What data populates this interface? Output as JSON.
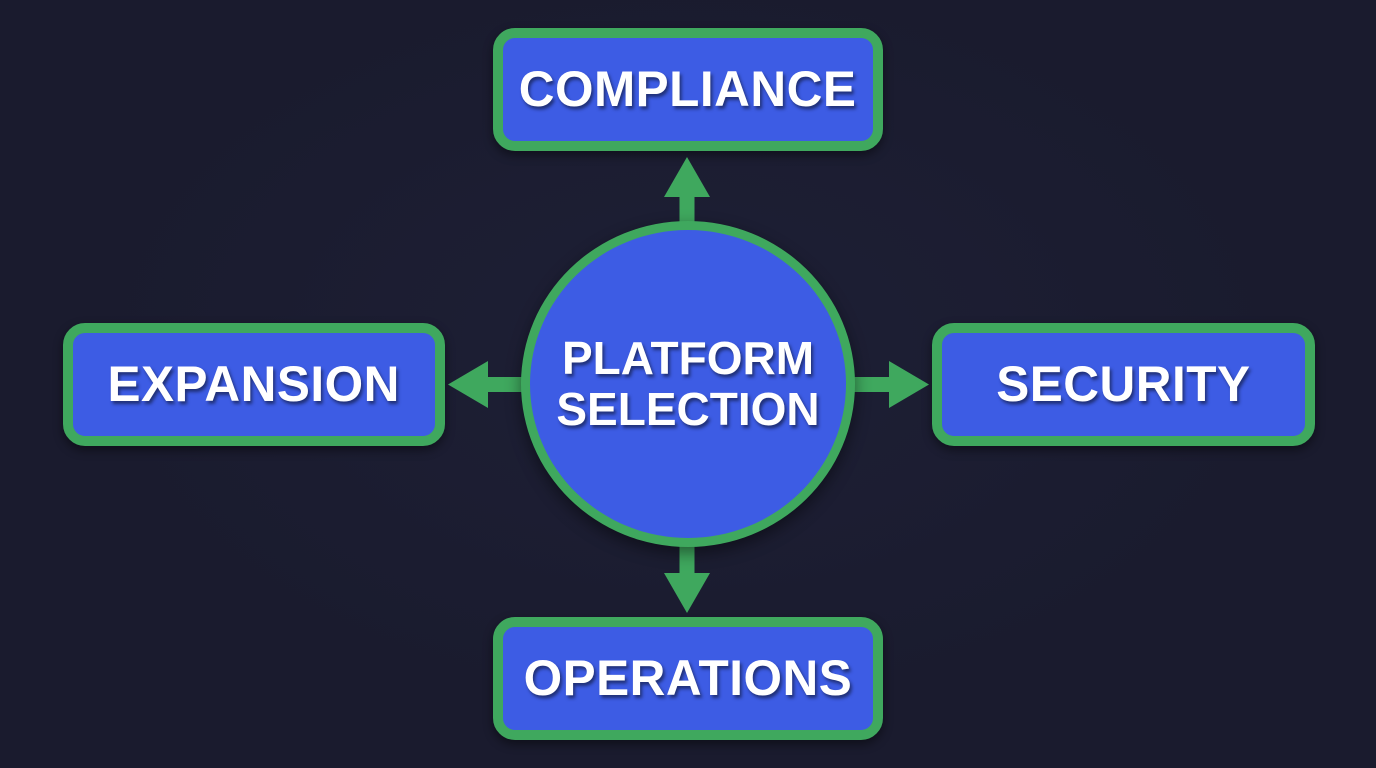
{
  "diagram": {
    "title": "Platform Selection Hub-and-Spoke Diagram",
    "type": "hub-and-spoke",
    "background_color": "#1a1b2e",
    "node_fill_color": "#3d5ce4",
    "node_border_color": "#3fa85e",
    "arrow_color": "#3fa85e",
    "label_color": "#ffffff",
    "center": {
      "id": "platform-selection",
      "shape": "circle",
      "line1": "PLATFORM",
      "line2": "SELECTION"
    },
    "spokes": [
      {
        "id": "compliance",
        "label": "COMPLIANCE",
        "position": "top",
        "arrow_direction": "up",
        "arrow_from": "platform-selection",
        "arrow_to": "compliance"
      },
      {
        "id": "security",
        "label": "SECURITY",
        "position": "right",
        "arrow_direction": "right",
        "arrow_from": "platform-selection",
        "arrow_to": "security"
      },
      {
        "id": "operations",
        "label": "OPERATIONS",
        "position": "bottom",
        "arrow_direction": "down",
        "arrow_from": "platform-selection",
        "arrow_to": "operations"
      },
      {
        "id": "expansion",
        "label": "EXPANSION",
        "position": "left",
        "arrow_direction": "left",
        "arrow_from": "platform-selection",
        "arrow_to": "expansion"
      }
    ]
  }
}
